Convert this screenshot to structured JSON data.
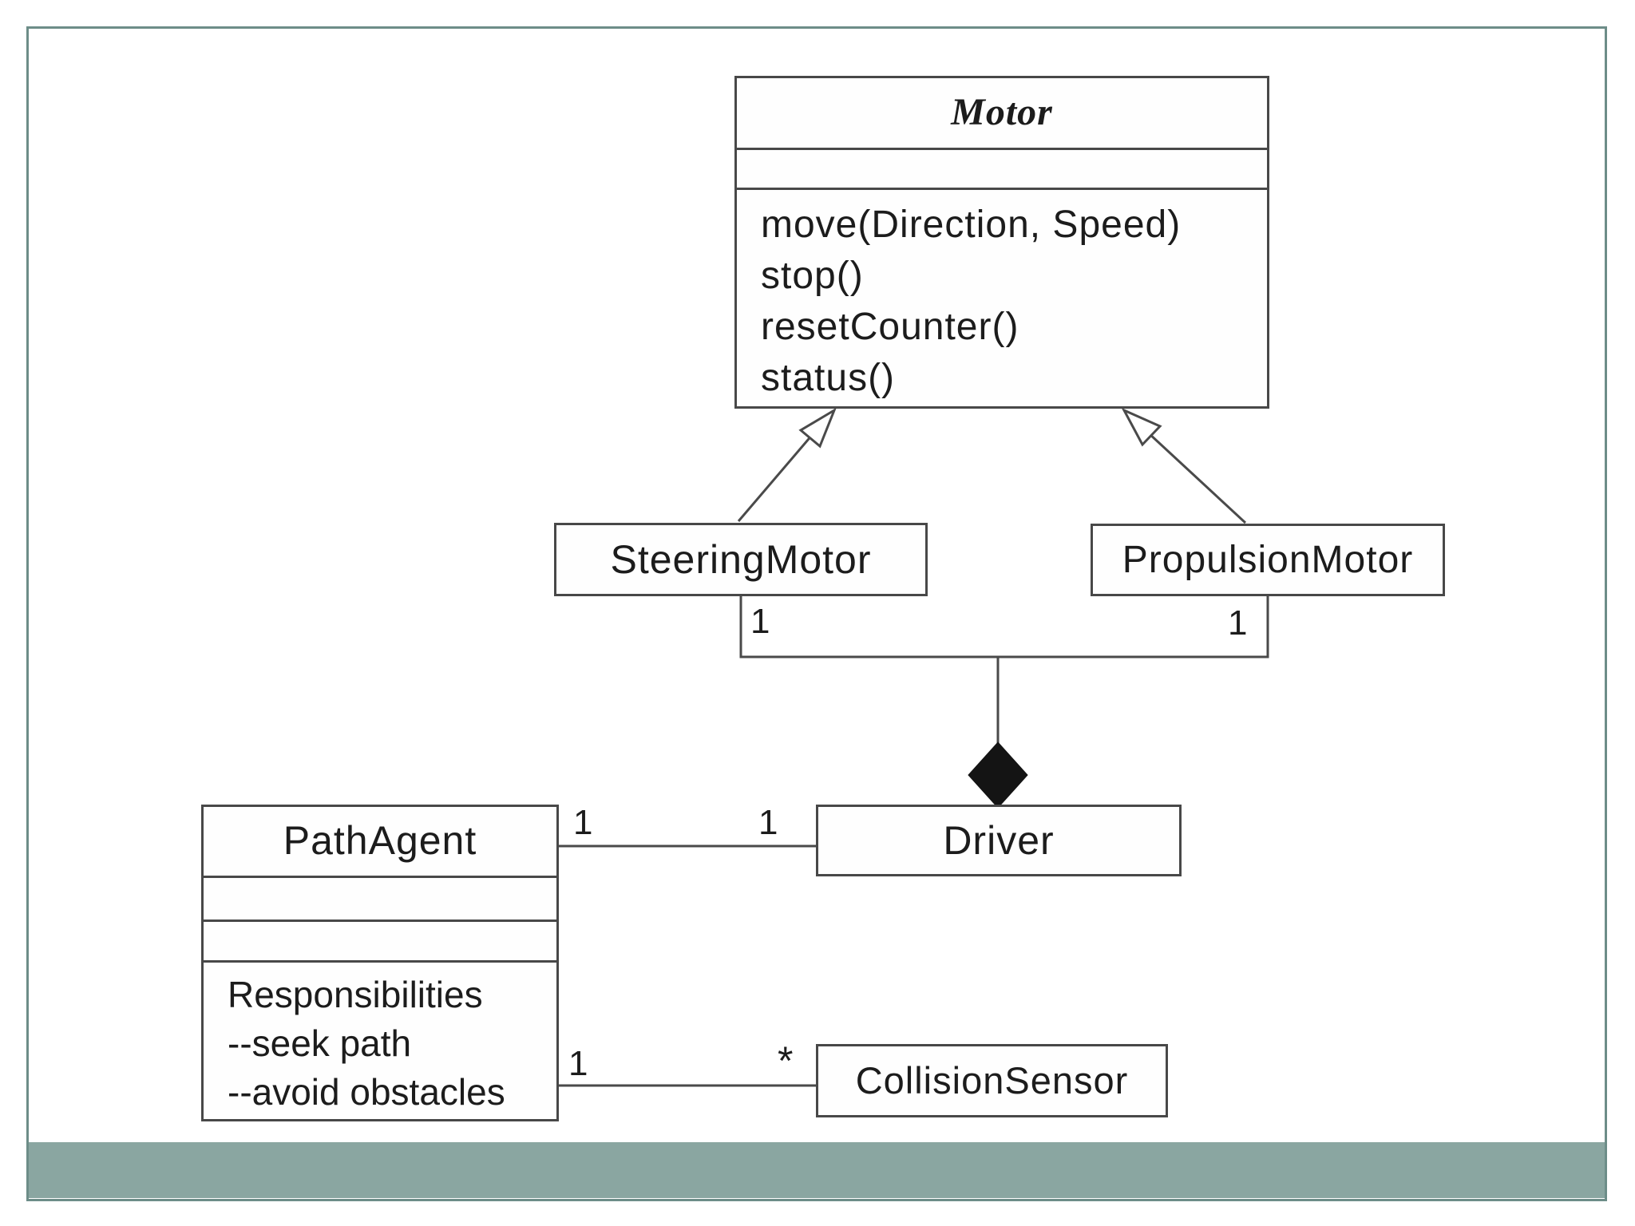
{
  "diagram": {
    "type": "uml-class-diagram",
    "classes": {
      "motor": {
        "name": "Motor",
        "stereotype": "abstract",
        "methods": [
          "move(Direction, Speed)",
          "stop()",
          "resetCounter()",
          "status()"
        ]
      },
      "steering_motor": {
        "name": "SteeringMotor"
      },
      "propulsion_motor": {
        "name": "PropulsionMotor"
      },
      "driver": {
        "name": "Driver"
      },
      "path_agent": {
        "name": "PathAgent",
        "responsibilities_heading": "Responsibilities",
        "responsibilities": [
          "--seek path",
          "--avoid obstacles"
        ]
      },
      "collision_sensor": {
        "name": "CollisionSensor"
      }
    },
    "relationships": {
      "steering_to_motor": "generalization",
      "propulsion_to_motor": "generalization",
      "driver_to_motors": "composition",
      "pathagent_to_driver": "association",
      "pathagent_to_collisionsensor": "association"
    },
    "multiplicities": {
      "steering_end": "1",
      "propulsion_end": "1",
      "pathagent_driver_pathagent_end": "1",
      "pathagent_driver_driver_end": "1",
      "pathagent_collision_pathagent_end": "1",
      "pathagent_collision_sensor_end": "*"
    },
    "colors": {
      "band": "#8aa6a1",
      "frame_border": "#6d8d88",
      "line": "#4a4a4a",
      "text": "#1c1c1c"
    }
  }
}
